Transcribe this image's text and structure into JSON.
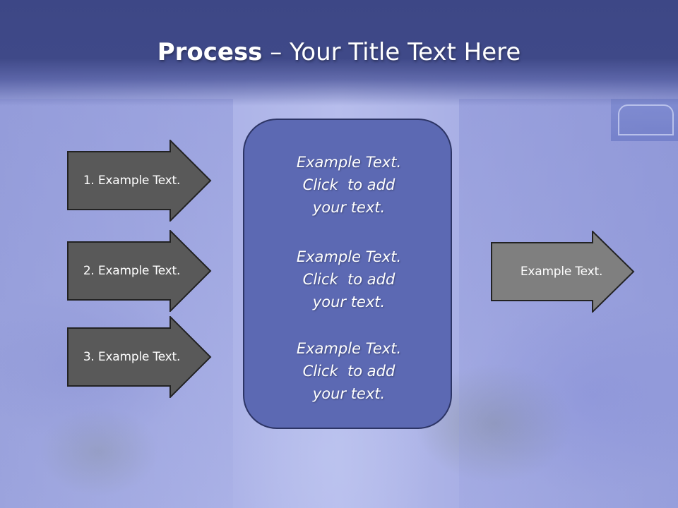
{
  "slide": {
    "title_bold": "Process",
    "title_rest": " – Your Title Text Here"
  },
  "left_arrows": [
    {
      "label": "1. Example Text."
    },
    {
      "label": "2. Example Text."
    },
    {
      "label": "3. Example Text."
    }
  ],
  "center_box": {
    "blocks": [
      {
        "line1": "Example Text.",
        "line2": "Click  to add",
        "line3": "your text."
      },
      {
        "line1": "Example Text.",
        "line2": "Click  to add",
        "line3": "your text."
      },
      {
        "line1": "Example Text.",
        "line2": "Click  to add",
        "line3": "your text."
      }
    ]
  },
  "right_arrow": {
    "label": "Example Text."
  },
  "colors": {
    "header": "#3d4786",
    "left_arrow_fill": "#595959",
    "right_arrow_fill": "#7f7f7f",
    "center_box_fill": "#5c69b3"
  }
}
